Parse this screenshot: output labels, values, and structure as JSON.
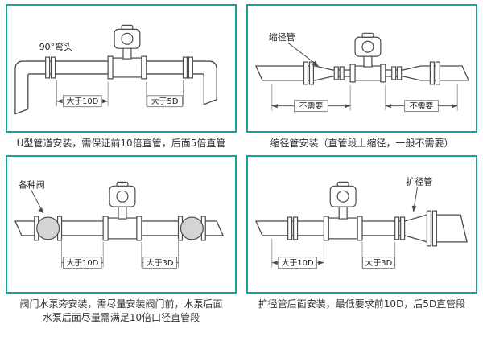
{
  "accent_color": "#18a298",
  "panels": [
    {
      "name": "u-shaped-pipe-installation",
      "caption": "U型管道安装，需保证前10倍直管，后面5倍直管",
      "labels": {
        "part": "90°弯头",
        "dim1": "大于10D",
        "dim2": "大于5D"
      }
    },
    {
      "name": "reducer-installation",
      "caption": "缩径管安装（直管段上缩径，一般不需要）",
      "labels": {
        "part": "缩径管",
        "dim1": "不需要",
        "dim2": "不需要"
      }
    },
    {
      "name": "valve-pump-installation",
      "caption_line1": "阀门水泵旁安装，需尽量安装阀门前，水泵后面",
      "caption_line2": "水泵后面尽量需满足10倍口径直管段",
      "labels": {
        "part": "各种阀",
        "dim1": "大于10D",
        "dim2": "大于3D"
      }
    },
    {
      "name": "expander-installation",
      "caption": "扩径管后面安装，最低要求前10D，后5D直管段",
      "labels": {
        "part": "扩径管",
        "dim1": "大于10D",
        "dim2": "大于3D"
      }
    }
  ]
}
